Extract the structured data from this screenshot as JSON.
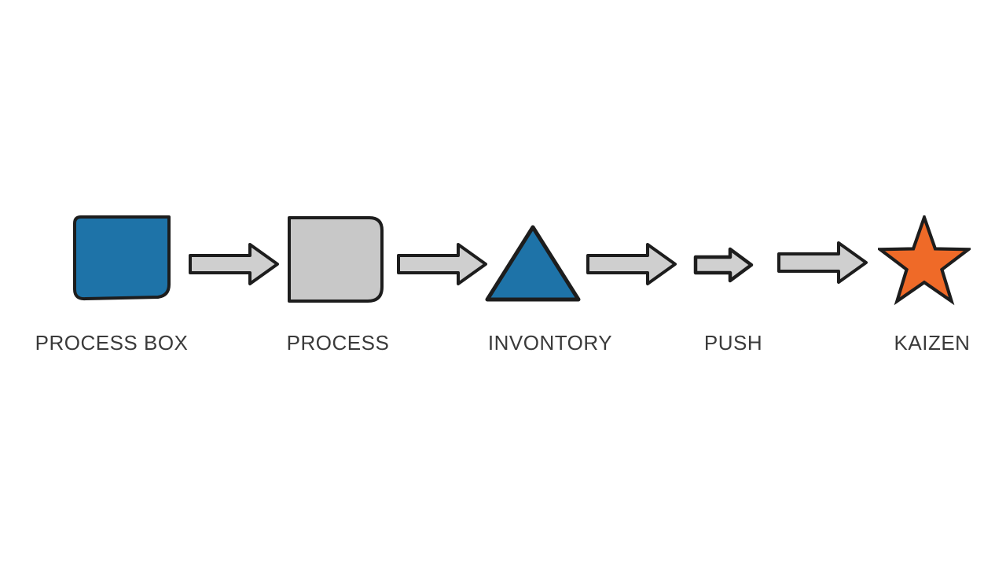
{
  "diagram": {
    "background_color": "#ffffff",
    "outline_color": "#1d1d1d",
    "connector_fill": "#cfcfcf",
    "label_color": "#3a3a3a",
    "nodes": [
      {
        "label": "PROCESS BOX",
        "shape": "rounded-square",
        "fill": "#1e73a8"
      },
      {
        "label": "PROCESS",
        "shape": "rounded-square",
        "fill": "#c8c8c8"
      },
      {
        "label": "INVONTORY",
        "shape": "triangle",
        "fill": "#1e73a8"
      },
      {
        "label": "PUSH",
        "shape": "block-arrow",
        "fill": "#d0d0d0"
      },
      {
        "label": "KAIZEN",
        "shape": "star",
        "fill": "#ef6a28"
      }
    ],
    "connectors": [
      {
        "shape": "block-arrow"
      },
      {
        "shape": "block-arrow"
      },
      {
        "shape": "block-arrow"
      },
      {
        "shape": "block-arrow"
      }
    ]
  }
}
